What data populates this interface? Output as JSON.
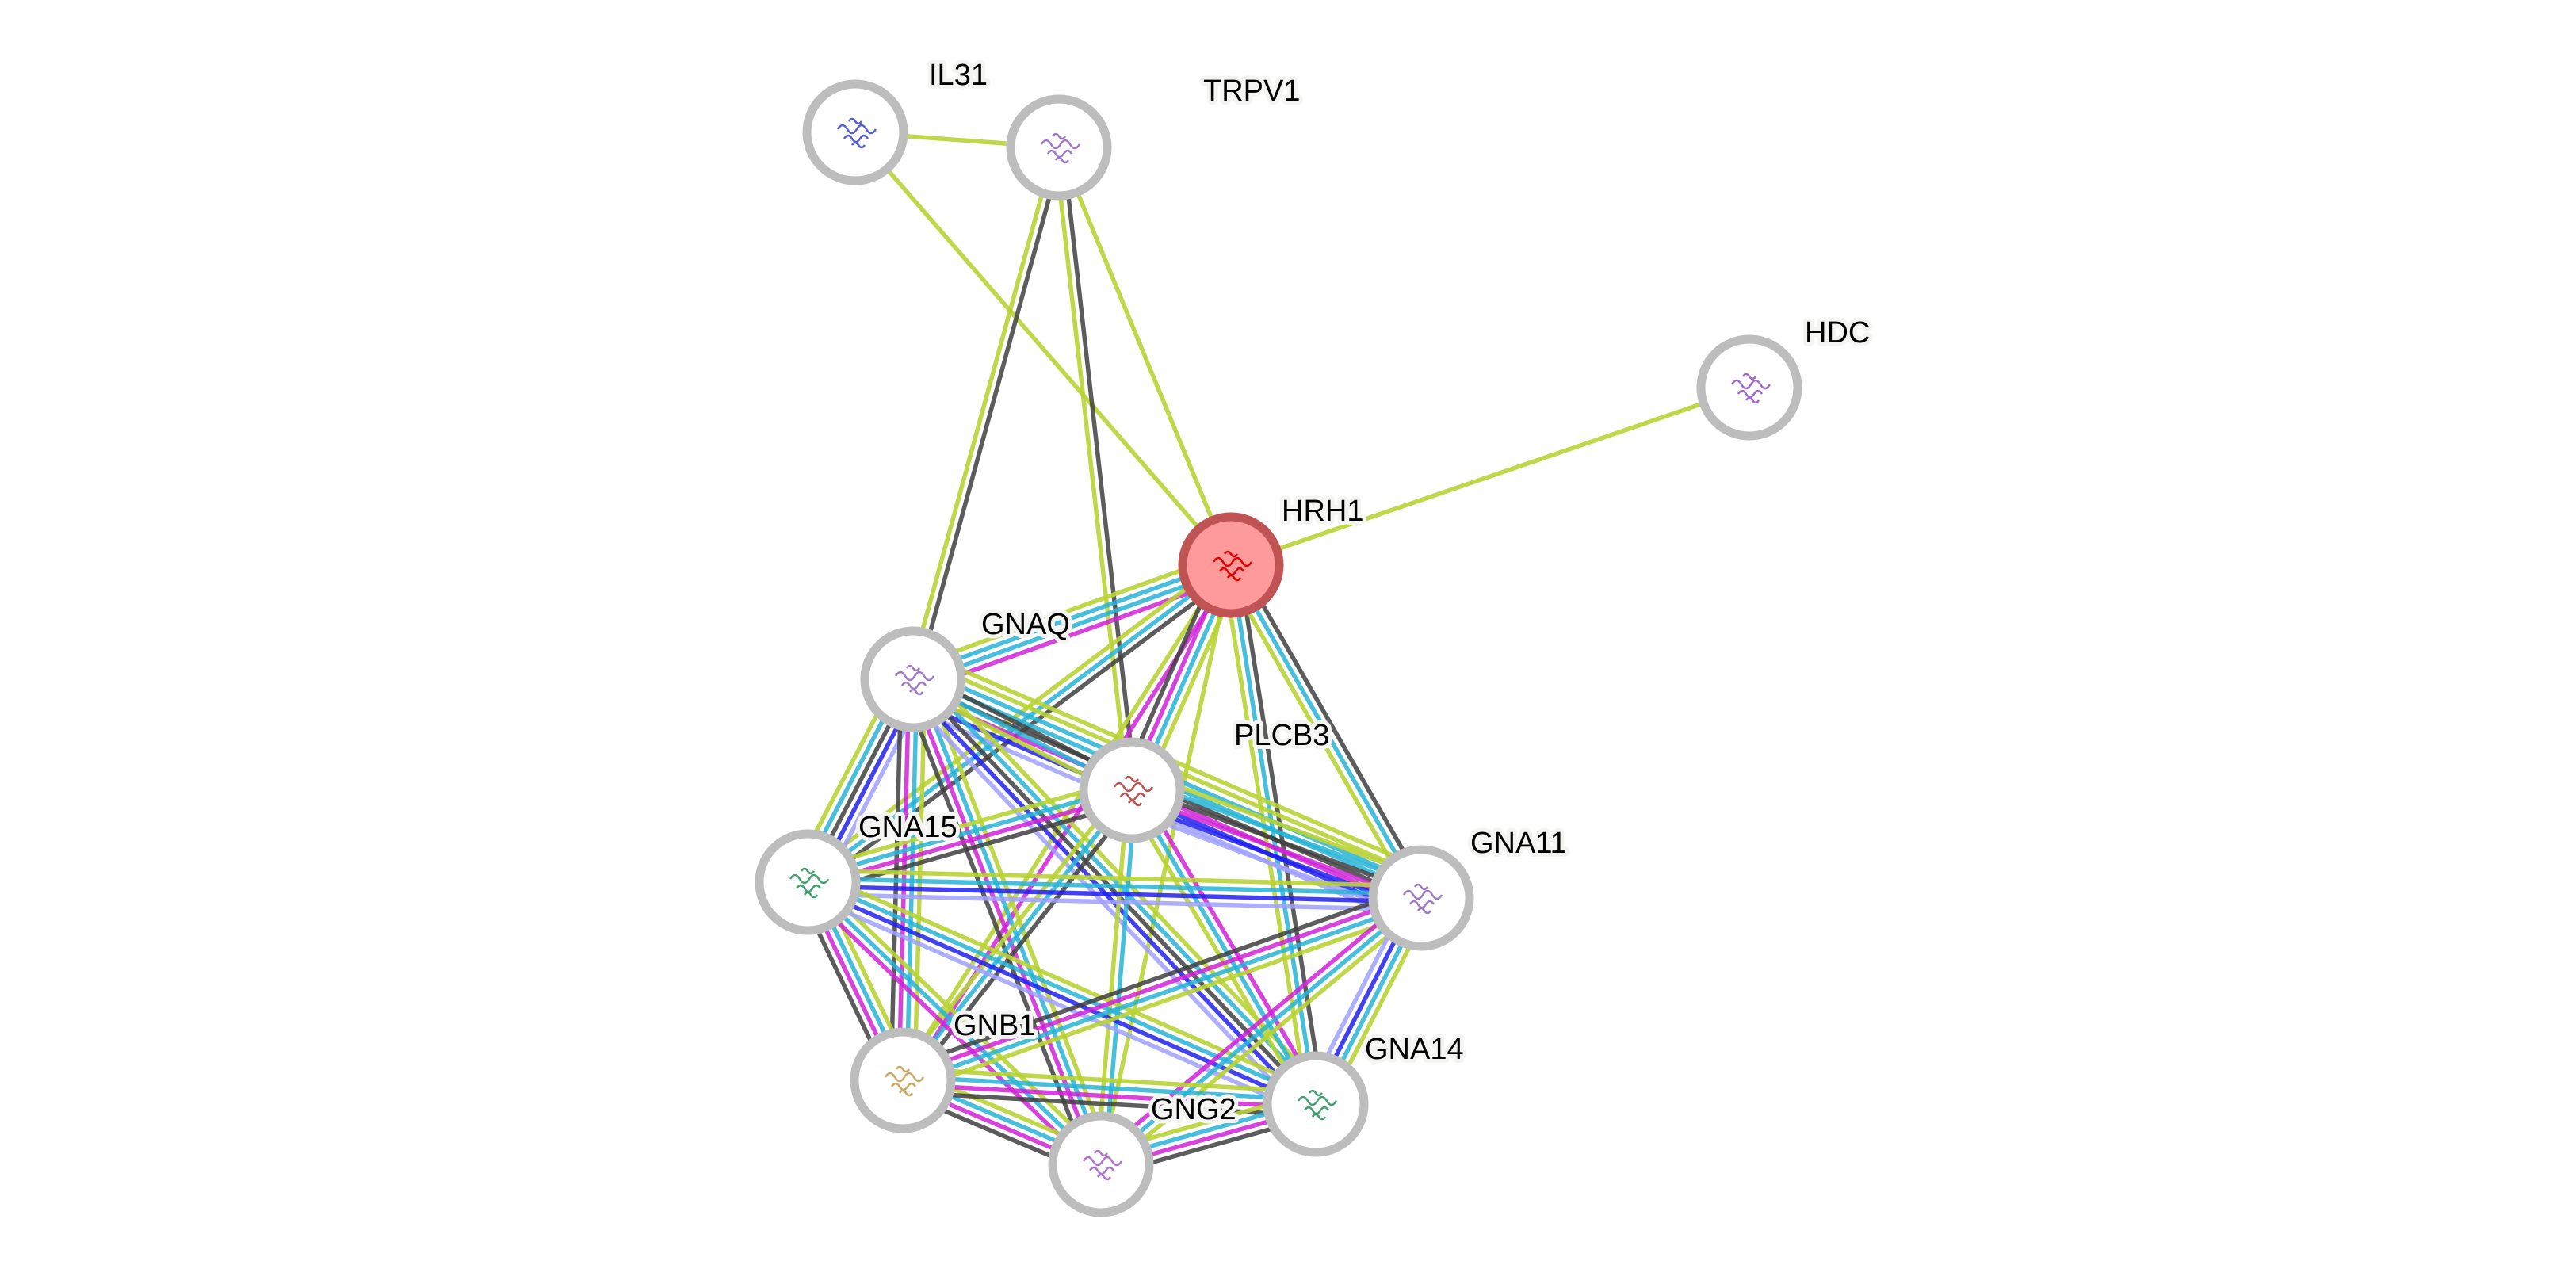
{
  "title": "STRING protein interaction network",
  "evidence_colors": {
    "textmining": "#b8d334",
    "database": "#27b4d6",
    "experimental": "#d022d6",
    "coexpression": "#3f3f3f",
    "neighborhood": "#2020f0",
    "cooccurrence": "#a0a0ff"
  },
  "nodes": [
    {
      "id": "IL31",
      "label": "IL31",
      "query": false,
      "structure_color": "#5560d0"
    },
    {
      "id": "TRPV1",
      "label": "TRPV1",
      "query": false,
      "structure_color": "#a078c8"
    },
    {
      "id": "HDC",
      "label": "HDC",
      "query": false,
      "structure_color": "#a068d0"
    },
    {
      "id": "HRH1",
      "label": "HRH1",
      "query": true,
      "structure_color": "#e00000"
    },
    {
      "id": "GNAQ",
      "label": "GNAQ",
      "query": false,
      "structure_color": "#a078c8"
    },
    {
      "id": "PLCB3",
      "label": "PLCB3",
      "query": false,
      "structure_color": "#c05050"
    },
    {
      "id": "GNA15",
      "label": "GNA15",
      "query": false,
      "structure_color": "#40a070"
    },
    {
      "id": "GNA11",
      "label": "GNA11",
      "query": false,
      "structure_color": "#a078c8"
    },
    {
      "id": "GNB1",
      "label": "GNB1",
      "query": false,
      "structure_color": "#c8a860"
    },
    {
      "id": "GNG2",
      "label": "GNG2",
      "query": false,
      "structure_color": "#b070d0"
    },
    {
      "id": "GNA14",
      "label": "GNA14",
      "query": false,
      "structure_color": "#40a070"
    }
  ],
  "edges": [
    {
      "a": "IL31",
      "b": "TRPV1",
      "evidence": [
        "textmining"
      ]
    },
    {
      "a": "IL31",
      "b": "HRH1",
      "evidence": [
        "textmining"
      ]
    },
    {
      "a": "TRPV1",
      "b": "HRH1",
      "evidence": [
        "textmining"
      ]
    },
    {
      "a": "TRPV1",
      "b": "GNAQ",
      "evidence": [
        "coexpression",
        "textmining"
      ]
    },
    {
      "a": "TRPV1",
      "b": "PLCB3",
      "evidence": [
        "coexpression",
        "textmining"
      ]
    },
    {
      "a": "HDC",
      "b": "HRH1",
      "evidence": [
        "textmining"
      ]
    },
    {
      "a": "HRH1",
      "b": "GNAQ",
      "evidence": [
        "experimental",
        "database",
        "database",
        "textmining"
      ]
    },
    {
      "a": "HRH1",
      "b": "GNA15",
      "evidence": [
        "coexpression",
        "database",
        "textmining"
      ]
    },
    {
      "a": "HRH1",
      "b": "GNB1",
      "evidence": [
        "experimental",
        "textmining"
      ]
    },
    {
      "a": "HRH1",
      "b": "PLCB3",
      "evidence": [
        "textmining",
        "database",
        "experimental",
        "coexpression"
      ]
    },
    {
      "a": "HRH1",
      "b": "GNG2",
      "evidence": [
        "textmining"
      ]
    },
    {
      "a": "HRH1",
      "b": "GNA14",
      "evidence": [
        "coexpression",
        "database",
        "textmining"
      ]
    },
    {
      "a": "HRH1",
      "b": "GNA11",
      "evidence": [
        "coexpression",
        "database",
        "textmining"
      ]
    },
    {
      "a": "GNAQ",
      "b": "GNA11",
      "evidence": [
        "textmining",
        "textmining",
        "database",
        "database",
        "coexpression",
        "experimental",
        "neighborhood",
        "cooccurrence"
      ]
    },
    {
      "a": "GNAQ",
      "b": "GNA15",
      "evidence": [
        "cooccurrence",
        "neighborhood",
        "coexpression",
        "database",
        "textmining"
      ]
    },
    {
      "a": "GNAQ",
      "b": "GNB1",
      "evidence": [
        "textmining",
        "database",
        "experimental",
        "coexpression"
      ]
    },
    {
      "a": "GNAQ",
      "b": "GNG2",
      "evidence": [
        "textmining",
        "database",
        "experimental",
        "coexpression"
      ]
    },
    {
      "a": "GNAQ",
      "b": "GNA14",
      "evidence": [
        "textmining",
        "database",
        "coexpression",
        "neighborhood",
        "cooccurrence"
      ]
    },
    {
      "a": "GNAQ",
      "b": "PLCB3",
      "evidence": [
        "coexpression",
        "database",
        "textmining"
      ]
    },
    {
      "a": "PLCB3",
      "b": "GNA15",
      "evidence": [
        "coexpression",
        "experimental",
        "database",
        "textmining"
      ]
    },
    {
      "a": "PLCB3",
      "b": "GNA11",
      "evidence": [
        "textmining",
        "database",
        "coexpression",
        "experimental",
        "neighborhood",
        "cooccurrence"
      ]
    },
    {
      "a": "PLCB3",
      "b": "GNB1",
      "evidence": [
        "coexpression",
        "database",
        "textmining"
      ]
    },
    {
      "a": "PLCB3",
      "b": "GNG2",
      "evidence": [
        "database",
        "textmining"
      ]
    },
    {
      "a": "PLCB3",
      "b": "GNA14",
      "evidence": [
        "experimental",
        "database",
        "textmining"
      ]
    },
    {
      "a": "GNA15",
      "b": "GNA11",
      "evidence": [
        "textmining",
        "database",
        "neighborhood",
        "cooccurrence"
      ]
    },
    {
      "a": "GNA15",
      "b": "GNB1",
      "evidence": [
        "textmining",
        "database",
        "experimental",
        "coexpression"
      ]
    },
    {
      "a": "GNA15",
      "b": "GNG2",
      "evidence": [
        "textmining",
        "database",
        "experimental"
      ]
    },
    {
      "a": "GNA15",
      "b": "GNA14",
      "evidence": [
        "textmining",
        "database",
        "neighborhood",
        "cooccurrence"
      ]
    },
    {
      "a": "GNA11",
      "b": "GNB1",
      "evidence": [
        "textmining",
        "database",
        "experimental",
        "coexpression"
      ]
    },
    {
      "a": "GNA11",
      "b": "GNG2",
      "evidence": [
        "textmining",
        "database",
        "experimental"
      ]
    },
    {
      "a": "GNA11",
      "b": "GNA14",
      "evidence": [
        "textmining",
        "database",
        "neighborhood",
        "cooccurrence"
      ]
    },
    {
      "a": "GNB1",
      "b": "GNG2",
      "evidence": [
        "textmining",
        "database",
        "experimental",
        "coexpression"
      ]
    },
    {
      "a": "GNB1",
      "b": "GNA14",
      "evidence": [
        "textmining",
        "database",
        "experimental",
        "coexpression"
      ]
    },
    {
      "a": "GNG2",
      "b": "GNA14",
      "evidence": [
        "textmining",
        "database",
        "experimental",
        "coexpression"
      ]
    }
  ]
}
